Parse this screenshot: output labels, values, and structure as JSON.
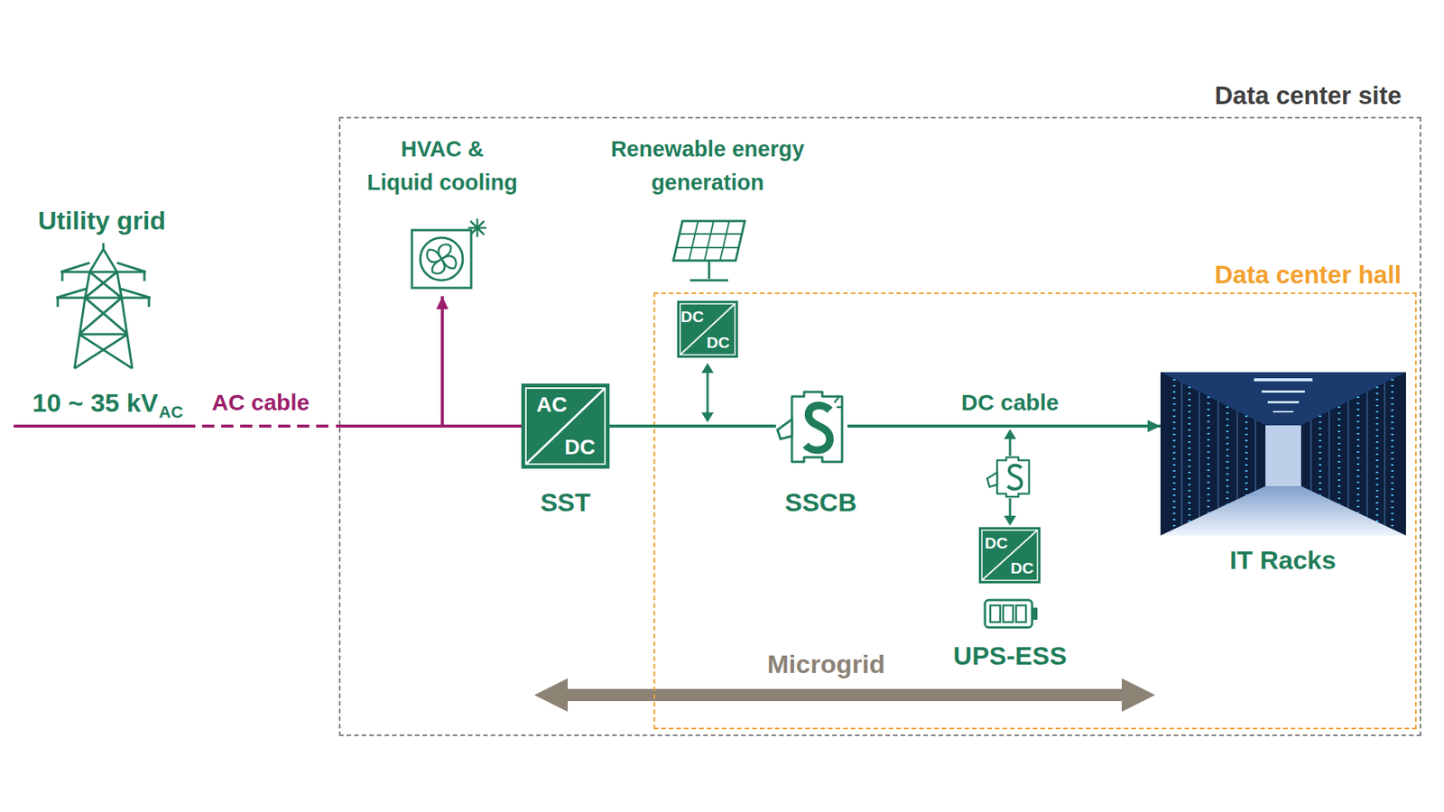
{
  "diagram": {
    "nodes": [
      {
        "text": [
          "Data center site"
        ]
      },
      {
        "text": [
          "Utility grid",
          "10 ~ 35 kV",
          "AC"
        ]
      },
      {
        "text": [
          "HVAC & Liquid cooling"
        ],
        "in": 0
      },
      {
        "text": [
          "Renewable energy generation"
        ],
        "in": 0
      },
      {
        "text": [
          "Data center hall"
        ],
        "in": 0
      },
      {
        "text": [
          "AC",
          "DC",
          "SST"
        ],
        "in": 0
      },
      {
        "text": [
          "DC",
          "DC"
        ],
        "in": 4
      },
      {
        "text": [
          "SSCB"
        ],
        "in": 4
      },
      {
        "text": [
          "DC",
          "DC",
          "UPS-ESS"
        ],
        "in": 4
      },
      {
        "text": [
          "IT Racks"
        ],
        "in": 4
      }
    ],
    "edges": [
      {
        "from": 1,
        "to": 5,
        "label": "AC cable",
        "arrow": "none"
      },
      {
        "from": 1,
        "to": 2,
        "arrow": "to"
      },
      {
        "from": 5,
        "to": 7,
        "arrow": "none"
      },
      {
        "from": 7,
        "to": 9,
        "label": "DC cable",
        "arrow": "to"
      }
    ],
    "labels": [
      "Microgrid"
    ]
  }
}
